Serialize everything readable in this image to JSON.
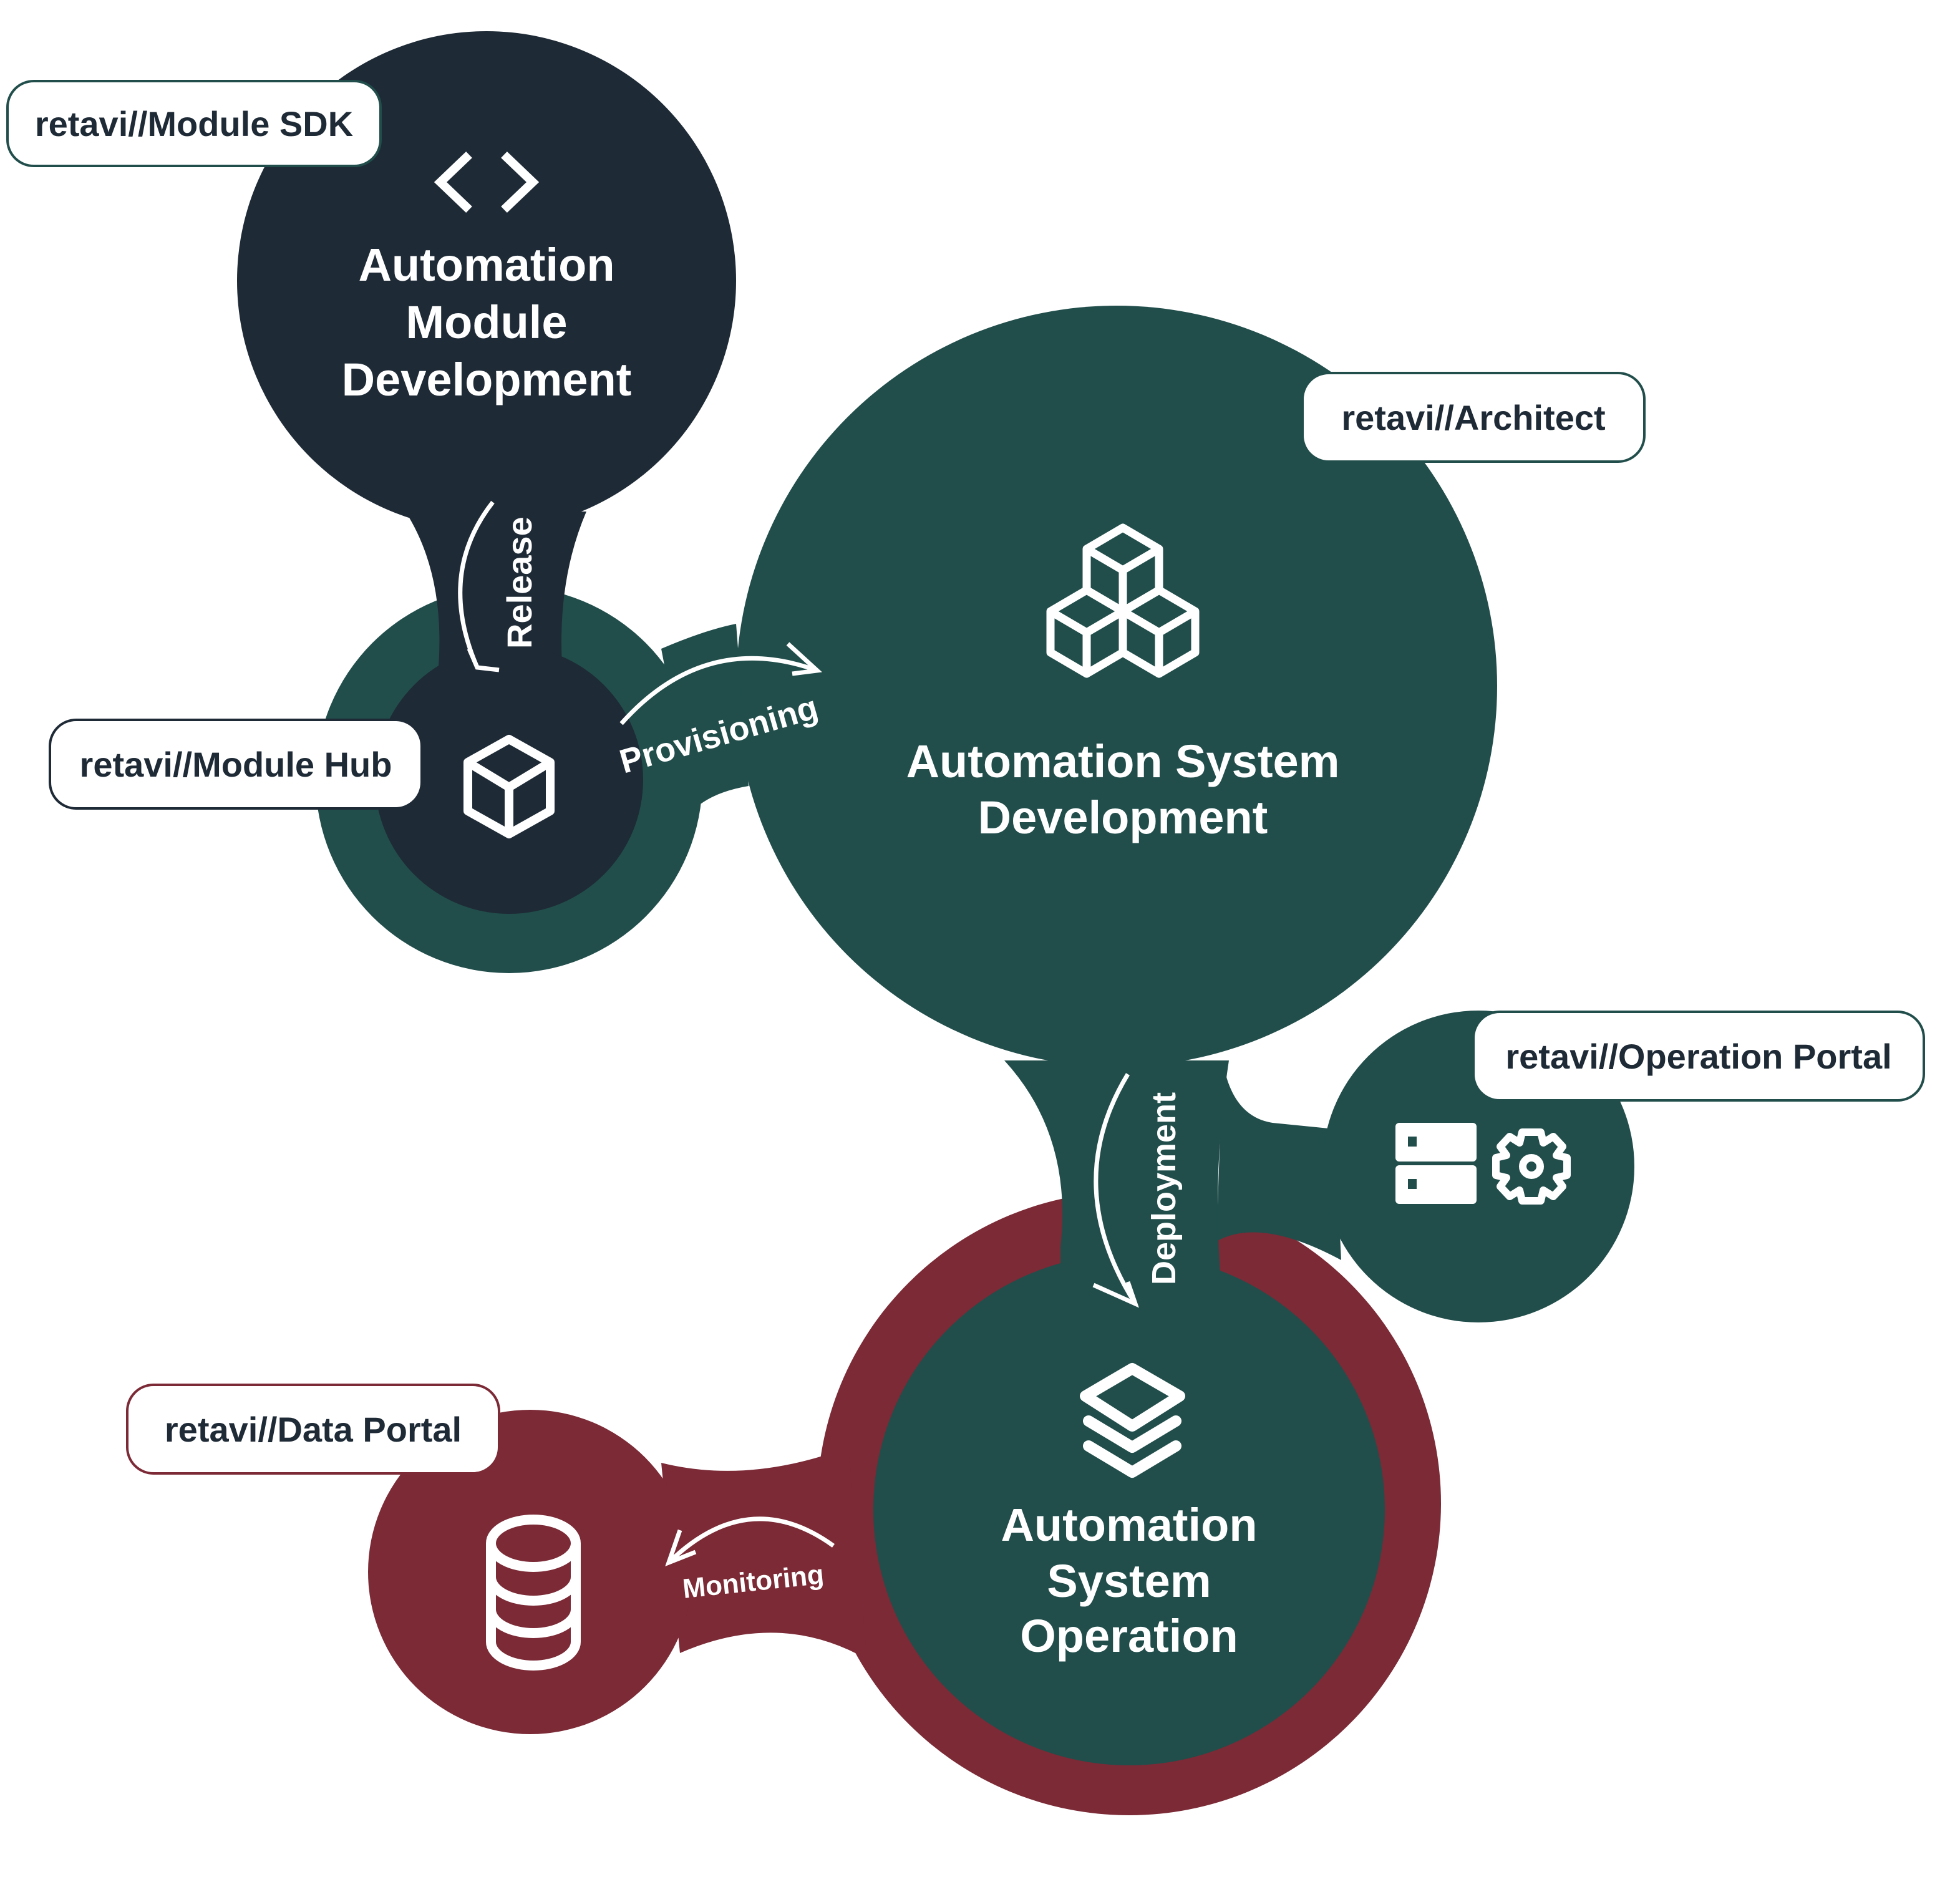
{
  "colors": {
    "dark": "#1e2a36",
    "green": "#214e4b",
    "red": "#7b2a36",
    "white": "#ffffff"
  },
  "nodes": {
    "module_dev": {
      "title_lines": [
        "Automation",
        "Module",
        "Development"
      ],
      "icon": "code-brackets-icon"
    },
    "module_hub": {
      "icon": "cube-icon"
    },
    "system_dev": {
      "title_lines": [
        "Automation System",
        "Development"
      ],
      "icon": "stacked-cubes-icon"
    },
    "operation_portal": {
      "icons": [
        "server-icon",
        "gear-icon"
      ]
    },
    "system_operation": {
      "title_lines": [
        "Automation",
        "System",
        "Operation"
      ],
      "icon": "layers-icon"
    },
    "data_portal": {
      "icon": "database-icon"
    }
  },
  "labels": {
    "module_sdk": "retavi//Module SDK",
    "module_hub": "retavi//Module Hub",
    "architect": "retavi//Architect",
    "operation_portal": "retavi//Operation Portal",
    "data_portal": "retavi//Data Portal"
  },
  "flows": {
    "release": "Release",
    "provisioning": "Provisioning",
    "deployment": "Deployment",
    "monitoring": "Monitoring"
  }
}
